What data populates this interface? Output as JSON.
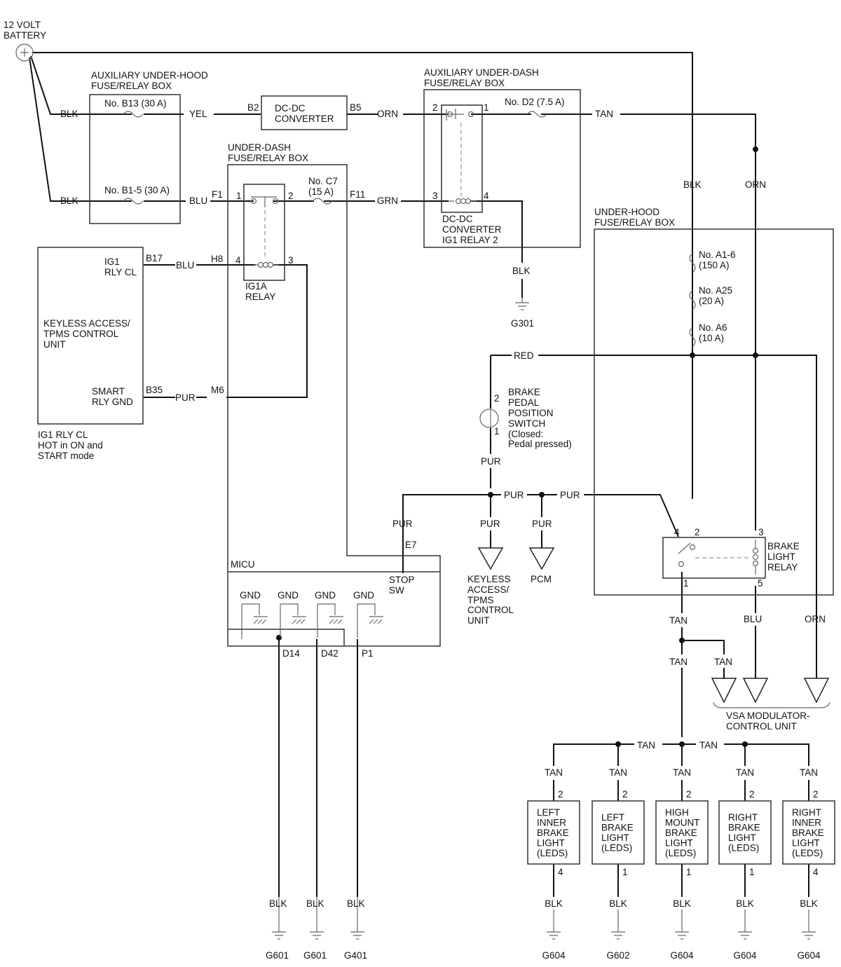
{
  "battery": {
    "l1": "12 VOLT",
    "l2": "BATTERY"
  },
  "aux_hood": {
    "l1": "AUXILIARY UNDER-HOOD",
    "l2": "FUSE/RELAY BOX",
    "fuse_b13": "No. B13 (30 A)",
    "fuse_b15": "No. B1-5 (30 A)"
  },
  "dcdc": {
    "l1": "DC-DC",
    "l2": "CONVERTER"
  },
  "aux_dash": {
    "l1": "AUXILIARY UNDER-DASH",
    "l2": "FUSE/RELAY BOX",
    "fuse_d2": "No. D2 (7.5 A)",
    "relay_l1": "DC-DC",
    "relay_l2": "CONVERTER",
    "relay_l3": "IG1 RELAY 2"
  },
  "under_dash": {
    "l1": "UNDER-DASH",
    "l2": "FUSE/RELAY BOX",
    "fuse_c7_l1": "No. C7",
    "fuse_c7_l2": "(15 A)",
    "relay_l1": "IG1A",
    "relay_l2": "RELAY"
  },
  "keyless": {
    "ig1_l1": "IG1",
    "ig1_l2": "RLY CL",
    "name_l1": "KEYLESS ACCESS/",
    "name_l2": "TPMS CONTROL",
    "name_l3": "UNIT",
    "smart_l1": "SMART",
    "smart_l2": "RLY GND",
    "note_l1": "IG1 RLY CL",
    "note_l2": "HOT in ON and",
    "note_l3": "START mode"
  },
  "under_hood": {
    "l1": "UNDER-HOOD",
    "l2": "FUSE/RELAY BOX",
    "a16_l1": "No. A1-6",
    "a16_l2": "(150 A)",
    "a25_l1": "No. A25",
    "a25_l2": "(20 A)",
    "a6_l1": "No. A6",
    "a6_l2": "(10 A)",
    "relay_l1": "BRAKE",
    "relay_l2": "LIGHT",
    "relay_l3": "RELAY"
  },
  "switch": {
    "l1": "BRAKE",
    "l2": "PEDAL",
    "l3": "POSITION",
    "l4": "SWITCH",
    "l5": "(Closed:",
    "l6": "Pedal pressed)"
  },
  "micu": {
    "title": "MICU",
    "stop_l1": "STOP",
    "stop_l2": "SW",
    "gnd": "GND"
  },
  "dest": {
    "kat_l1": "KEYLESS",
    "kat_l2": "ACCESS/",
    "kat_l3": "TPMS",
    "kat_l4": "CONTROL",
    "kat_l5": "UNIT",
    "pcm": "PCM",
    "vsa_l1": "VSA MODULATOR-",
    "vsa_l2": "CONTROL UNIT"
  },
  "lights": [
    {
      "l1": "LEFT",
      "l2": "INNER",
      "l3": "BRAKE",
      "l4": "LIGHT",
      "l5": "(LEDS)",
      "pin_top": "2",
      "pin_bot": "4",
      "ground": "G604"
    },
    {
      "l1": "LEFT",
      "l2": "BRAKE",
      "l3": "LIGHT",
      "l4": "(LEDS)",
      "l5": "",
      "pin_top": "2",
      "pin_bot": "1",
      "ground": "G602"
    },
    {
      "l1": "HIGH",
      "l2": "MOUNT",
      "l3": "BRAKE",
      "l4": "LIGHT",
      "l5": "(LEDS)",
      "pin_top": "2",
      "pin_bot": "1",
      "ground": "G604"
    },
    {
      "l1": "RIGHT",
      "l2": "BRAKE",
      "l3": "LIGHT",
      "l4": "(LEDS)",
      "l5": "",
      "pin_top": "2",
      "pin_bot": "1",
      "ground": "G604"
    },
    {
      "l1": "RIGHT",
      "l2": "INNER",
      "l3": "BRAKE",
      "l4": "LIGHT",
      "l5": "(LEDS)",
      "pin_top": "2",
      "pin_bot": "4",
      "ground": "G604"
    }
  ],
  "wire_colors": {
    "blk": "BLK",
    "yel": "YEL",
    "orn": "ORN",
    "tan": "TAN",
    "blu": "BLU",
    "grn": "GRN",
    "red": "RED",
    "pur": "PUR"
  },
  "pins": {
    "b2": "B2",
    "b5": "B5",
    "f1": "F1",
    "f11": "F11",
    "h8": "H8",
    "m6": "M6",
    "b17": "B17",
    "b35": "B35",
    "e7": "E7",
    "d14": "D14",
    "d42": "D42",
    "p1": "P1",
    "n1": "1",
    "n2": "2",
    "n3": "3",
    "n4": "4",
    "n5": "5"
  },
  "grounds": {
    "g301": "G301",
    "g601": "G601",
    "g401": "G401"
  }
}
